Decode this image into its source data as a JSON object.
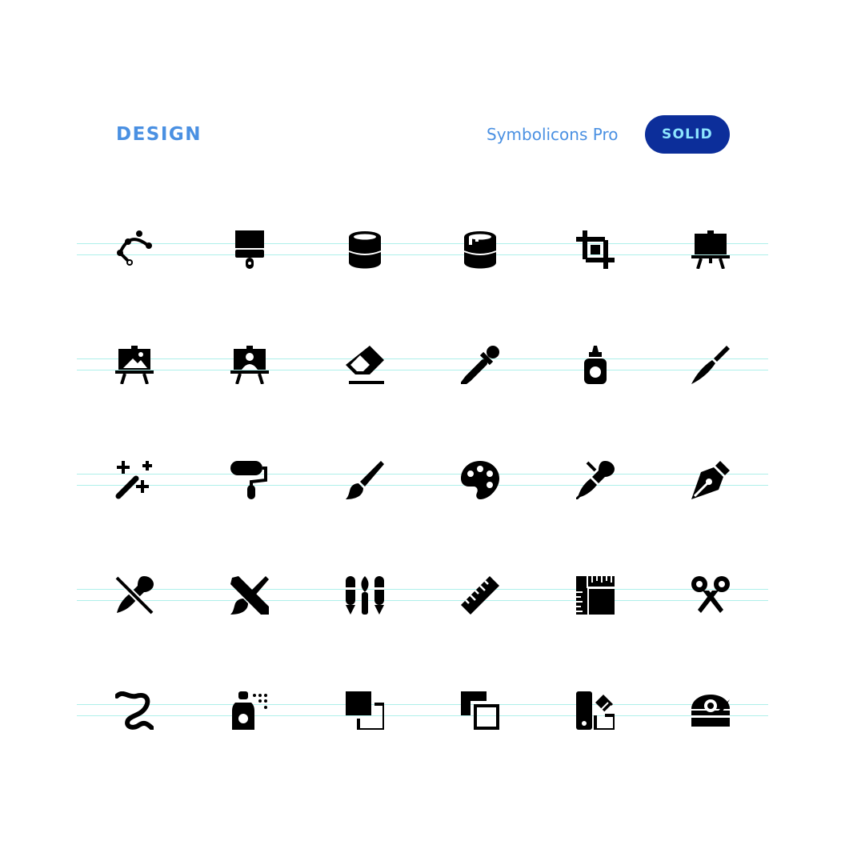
{
  "header": {
    "title": "DESIGN",
    "brand": "Symbolicons Pro",
    "badge": "SOLID"
  },
  "colors": {
    "title": "#4a90e2",
    "badge_bg": "#0c2e9a",
    "badge_text": "#8ee6ff",
    "guide": "#aef0ea",
    "icon": "#000000"
  },
  "icon_grid": [
    [
      "bezier-curve-icon",
      "paint-brush-wide-icon",
      "paint-can-icon",
      "paint-can-drip-icon",
      "crop-icon",
      "easel-icon"
    ],
    [
      "easel-landscape-icon",
      "easel-portrait-icon",
      "eraser-icon",
      "eyedropper-icon",
      "glue-bottle-icon",
      "scalpel-icon"
    ],
    [
      "magic-wand-icon",
      "paint-roller-icon",
      "paintbrush-icon",
      "palette-icon",
      "fountain-pen-icon",
      "pen-nib-icon"
    ],
    [
      "pen-disabled-icon",
      "pen-brush-crossed-icon",
      "art-tools-icon",
      "ruler-icon",
      "grid-paper-icon",
      "scissors-icon"
    ],
    [
      "string-loop-icon",
      "spray-can-icon",
      "layers-back-icon",
      "layers-front-icon",
      "swatch-book-icon",
      "tape-dispenser-icon"
    ]
  ]
}
